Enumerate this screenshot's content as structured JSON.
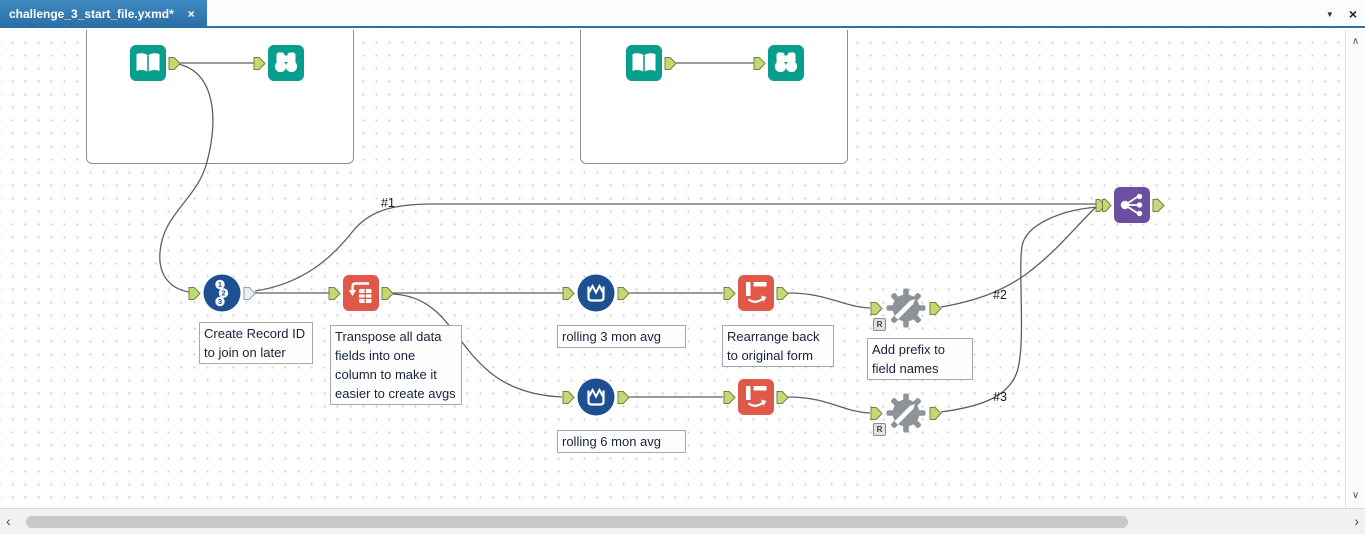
{
  "colors": {
    "tab_blue": "#2e7cb5",
    "tool_teal": "#089e8e",
    "tool_dark_blue": "#1d4f91",
    "tool_orange": "#e0584a",
    "tool_purple": "#6d4fa1",
    "gear_gray": "#8d9499",
    "anchor_green": "#c3da74",
    "wire_gray": "#5f5f5f"
  },
  "tab_bar": {
    "active_tab": {
      "title": "challenge_3_start_file.yxmd*",
      "close_icon": "×"
    },
    "window_controls": {
      "dropdown_icon": "▼",
      "close_icon": "×"
    }
  },
  "canvas": {
    "tools": [
      {
        "name": "input-data-tool-1",
        "icon": "book-icon"
      },
      {
        "name": "browse-tool-1",
        "icon": "binoculars-icon"
      },
      {
        "name": "input-data-tool-2",
        "icon": "book-icon"
      },
      {
        "name": "browse-tool-2",
        "icon": "binoculars-icon"
      },
      {
        "name": "record-id-tool",
        "icon": "numbered-circles-icon"
      },
      {
        "name": "transpose-tool",
        "icon": "transpose-arrow-table-icon"
      },
      {
        "name": "running-total-tool-1",
        "icon": "container-wave-icon"
      },
      {
        "name": "running-total-tool-2",
        "icon": "container-wave-icon"
      },
      {
        "name": "cross-tab-tool-1",
        "icon": "pivot-arrow-icon"
      },
      {
        "name": "cross-tab-tool-2",
        "icon": "pivot-arrow-icon"
      },
      {
        "name": "dynamic-rename-tool-1",
        "icon": "gear-pencil-icon"
      },
      {
        "name": "dynamic-rename-tool-2",
        "icon": "gear-pencil-icon"
      },
      {
        "name": "join-multiple-tool",
        "icon": "join-branches-icon"
      }
    ],
    "record_id_digits": [
      "1",
      "2",
      "3"
    ],
    "rename_input_label": "R",
    "connection_labels": {
      "c1": "#1",
      "c2": "#2",
      "c3": "#3"
    },
    "annotations": {
      "record_id": "Create Record ID to join on later",
      "transpose": "Transpose all data fields into one column to make it easier to create avgs",
      "rolling_3": "rolling 3 mon avg",
      "rolling_6": "rolling 6 mon avg",
      "cross_tab": "Rearrange back to original form",
      "rename": "Add prefix to field names"
    }
  },
  "scrollbars": {
    "up_arrow": "∧",
    "down_arrow": "∨",
    "left_arrow": "‹",
    "right_arrow": "›"
  }
}
